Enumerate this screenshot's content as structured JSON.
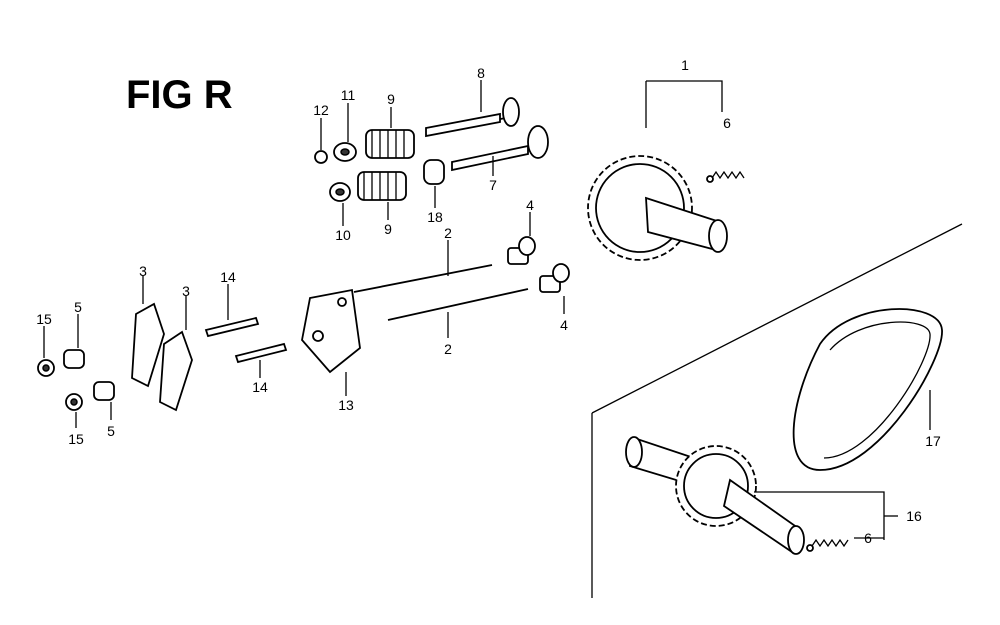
{
  "figure": {
    "title": "FIG R",
    "callouts": {
      "c1": "1",
      "c2a": "2",
      "c2b": "2",
      "c3a": "3",
      "c3b": "3",
      "c4a": "4",
      "c4b": "4",
      "c5a": "5",
      "c5b": "5",
      "c6a": "6",
      "c6b": "6",
      "c7": "7",
      "c8": "8",
      "c9a": "9",
      "c9b": "9",
      "c10": "10",
      "c11": "11",
      "c12": "12",
      "c13": "13",
      "c14a": "14",
      "c14b": "14",
      "c15a": "15",
      "c15b": "15",
      "c16": "16",
      "c17": "17",
      "c18": "18"
    }
  }
}
